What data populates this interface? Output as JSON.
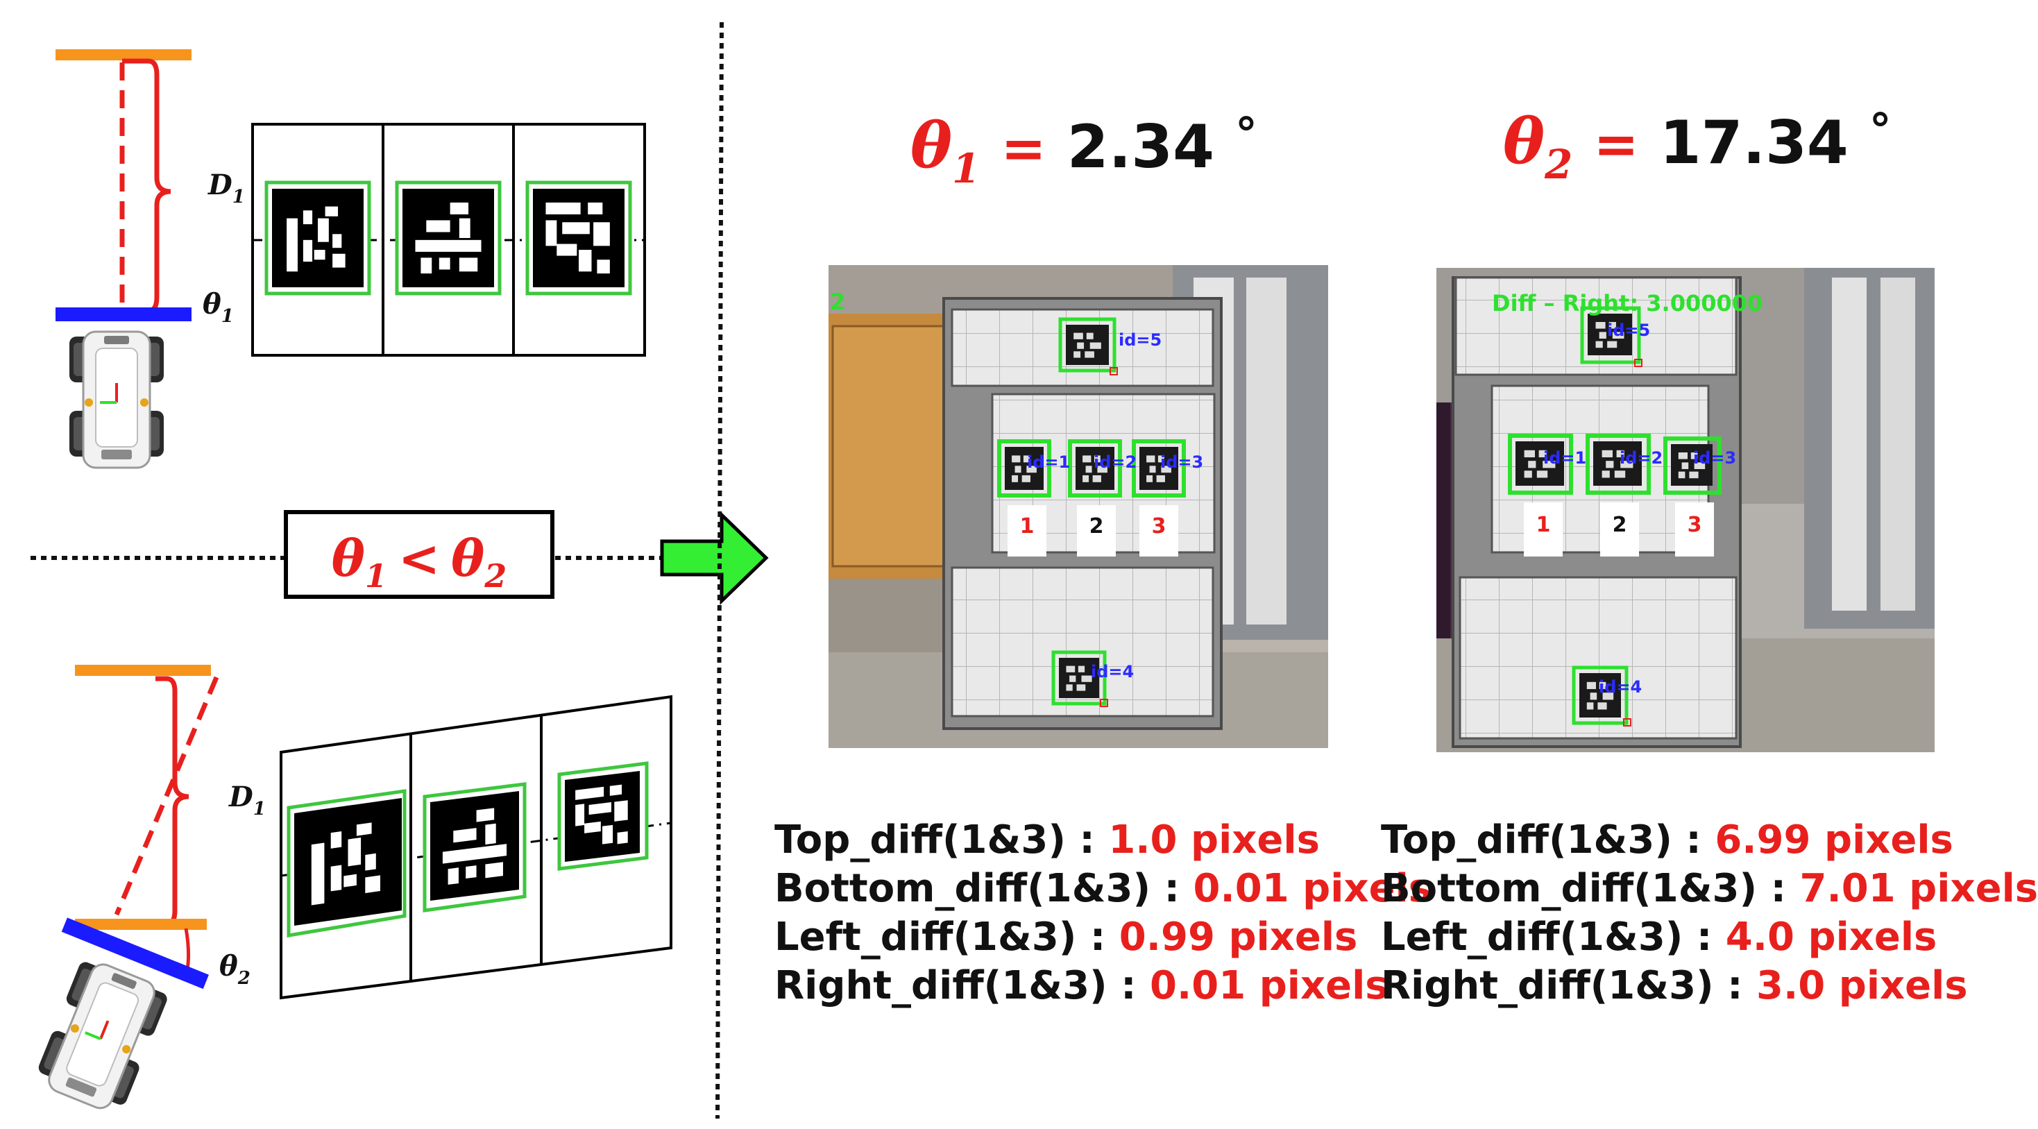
{
  "left": {
    "top_diagram": {
      "distance_label": "D",
      "distance_sub": "1",
      "angle_label": "θ",
      "angle_sub": "1"
    },
    "bottom_diagram": {
      "distance_label": "D",
      "distance_sub": "1",
      "angle_label": "θ",
      "angle_sub": "2"
    },
    "comparison": {
      "a": "θ",
      "a_sub": "1",
      "op": "<",
      "b": "θ",
      "b_sub": "2"
    }
  },
  "right": {
    "panel1": {
      "angle_symbol": "θ",
      "angle_sub": "1",
      "equals": "=",
      "angle_value": "2.34",
      "degree": "°",
      "photo": {
        "corner_text": "2",
        "labels": {
          "id5": "id=5",
          "id4": "id=4",
          "id1": "id=1",
          "id2": "id=2",
          "id3": "id=3"
        },
        "numbers": [
          "1",
          "2",
          "3"
        ]
      },
      "metrics": [
        {
          "label": "Top_diff(1&3) : ",
          "value": "1.0 pixels"
        },
        {
          "label": "Bottom_diff(1&3) : ",
          "value": "0.01 pixels"
        },
        {
          "label": "Left_diff(1&3) : ",
          "value": "0.99 pixels"
        },
        {
          "label": "Right_diff(1&3) : ",
          "value": "0.01 pixels"
        }
      ]
    },
    "panel2": {
      "angle_symbol": "θ",
      "angle_sub": "2",
      "equals": "=",
      "angle_value": "17.34",
      "degree": "°",
      "photo": {
        "overlay_line": "Diff – Right: 3.000000",
        "labels": {
          "id5": "id=5",
          "id4": "id=4",
          "id1": "id=1",
          "id2": "id=2",
          "id3": "id=3"
        },
        "numbers": [
          "1",
          "2",
          "3"
        ]
      },
      "metrics": [
        {
          "label": "Top_diff(1&3) : ",
          "value": "6.99 pixels"
        },
        {
          "label": "Bottom_diff(1&3) : ",
          "value": "7.01 pixels"
        },
        {
          "label": "Left_diff(1&3) : ",
          "value": "4.0 pixels"
        },
        {
          "label": "Right_diff(1&3) : ",
          "value": "3.0 pixels"
        }
      ]
    }
  },
  "colors": {
    "orange": "#f7941d",
    "blue": "#1b1bff",
    "red": "#e8201d",
    "green": "#2ee02e",
    "arrow": "#33ee33",
    "marker_green": "#3fc63f",
    "id_blue": "#2b2bff"
  }
}
